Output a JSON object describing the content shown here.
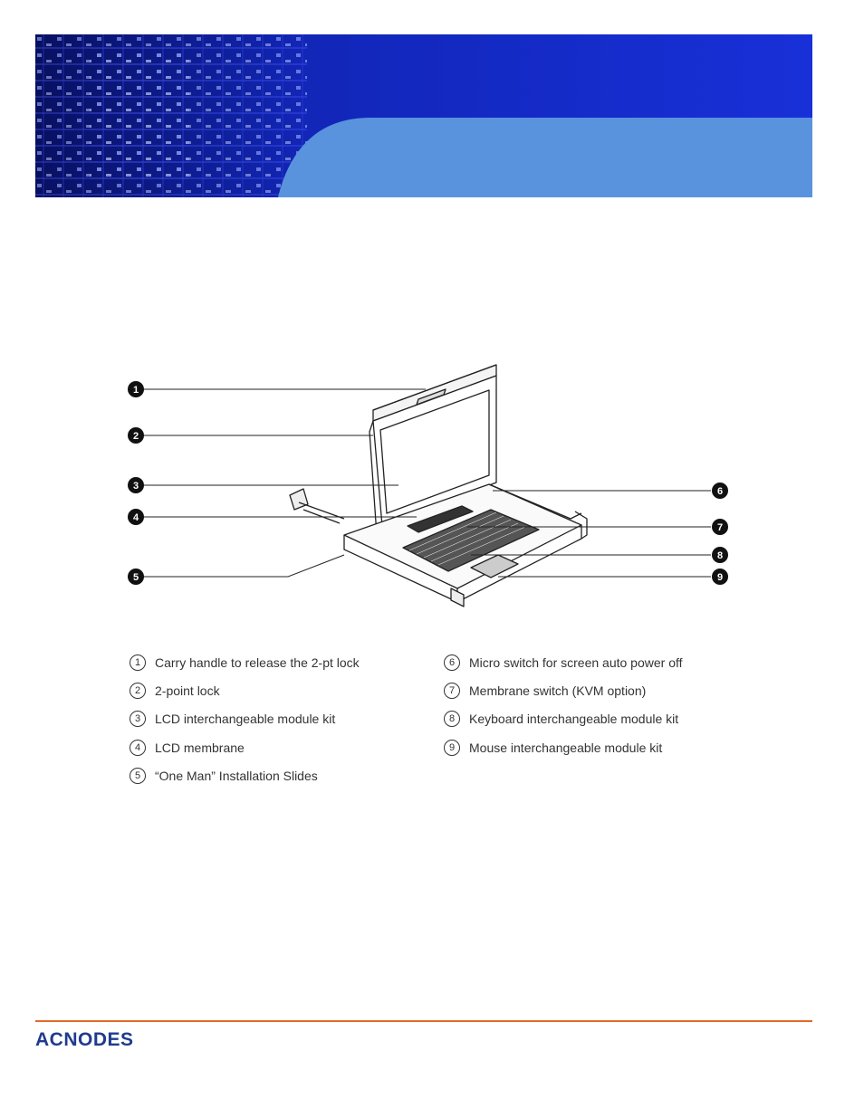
{
  "footer": {
    "logo_text": "ACNODES"
  },
  "diagram": {
    "callout_numbers": [
      "1",
      "2",
      "3",
      "4",
      "5",
      "6",
      "7",
      "8",
      "9"
    ]
  },
  "legend": {
    "left": [
      {
        "num": "1",
        "text": "Carry handle to release the 2-pt lock"
      },
      {
        "num": "2",
        "text": "2-point lock"
      },
      {
        "num": "3",
        "text": "LCD interchangeable module kit"
      },
      {
        "num": "4",
        "text": "LCD membrane"
      },
      {
        "num": "5",
        "text": "“One Man” Installation Slides"
      }
    ],
    "right": [
      {
        "num": "6",
        "text": "Micro switch for screen auto power off"
      },
      {
        "num": "7",
        "text": "Membrane switch (KVM option)"
      },
      {
        "num": "8",
        "text": "Keyboard interchangeable module kit"
      },
      {
        "num": "9",
        "text": "Mouse interchangeable module kit"
      }
    ]
  },
  "colors": {
    "banner_dark": "#0a1890",
    "banner_light": "#5a93dd",
    "footer_rule": "#e06a26",
    "logo": "#1f3b8e"
  }
}
